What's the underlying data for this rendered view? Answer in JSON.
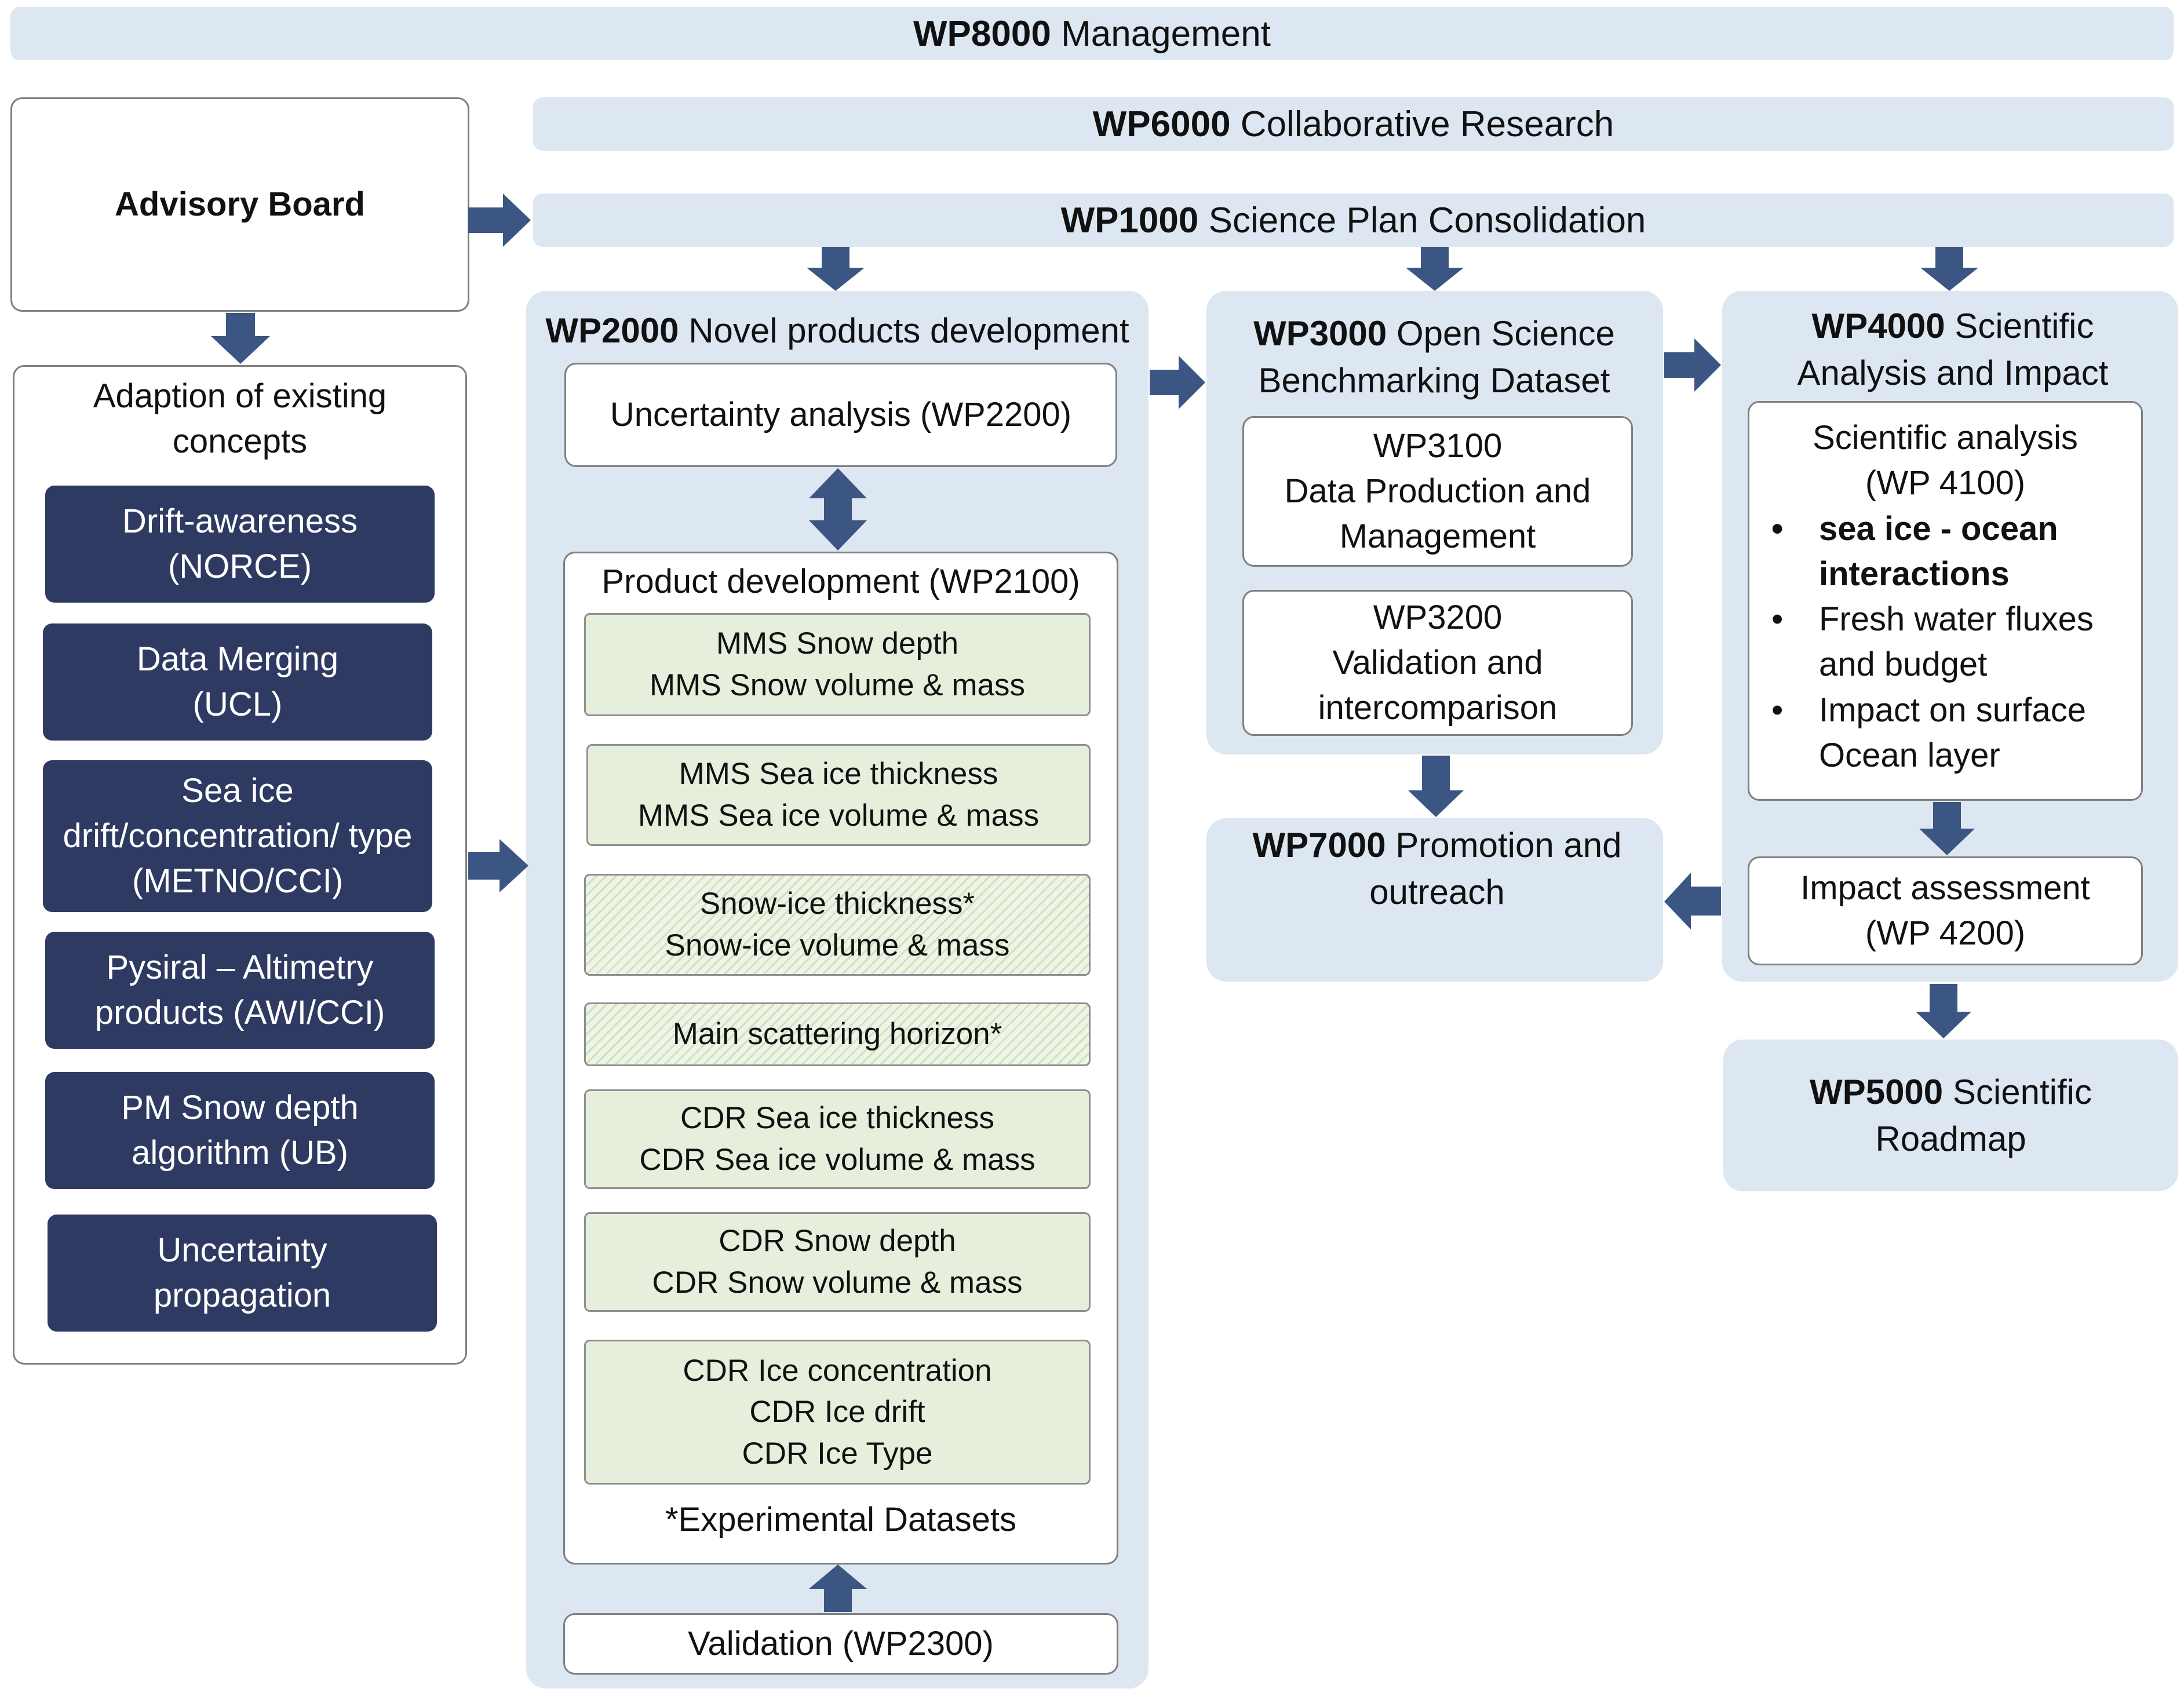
{
  "wp8000": {
    "code": "WP8000",
    "label": "Management"
  },
  "wp6000": {
    "code": "WP6000",
    "label": "Collaborative Research"
  },
  "wp1000": {
    "code": "WP1000",
    "label": "Science Plan Consolidation"
  },
  "advisory_board": "Advisory Board",
  "adaption": {
    "title": "Adaption of existing concepts",
    "items": [
      "Drift-awareness (NORCE)",
      "Data Merging (UCL)",
      "Sea ice drift/concentration/ type (METNO/CCI)",
      "Pysiral – Altimetry products (AWI/CCI)",
      "PM Snow depth algorithm (UB)",
      "Uncertainty propagation"
    ]
  },
  "wp2000": {
    "code": "WP2000",
    "label": "Novel products development",
    "uncertainty": "Uncertainty analysis (WP2200)",
    "product_dev_title": "Product development (WP2100)",
    "products": [
      [
        "MMS Snow depth",
        "MMS Snow volume &  mass"
      ],
      [
        "MMS Sea ice thickness",
        "MMS Sea ice volume & mass"
      ],
      [
        "Snow-ice thickness*",
        "Snow-ice volume & mass"
      ],
      [
        "Main scattering horizon*"
      ],
      [
        "CDR Sea ice thickness",
        "CDR Sea ice volume & mass"
      ],
      [
        "CDR Snow depth",
        "CDR Snow volume & mass"
      ],
      [
        "CDR Ice concentration",
        "CDR Ice drift",
        "CDR Ice Type"
      ]
    ],
    "experimental_note": "*Experimental Datasets",
    "validation": "Validation (WP2300)"
  },
  "wp3000": {
    "code": "WP3000",
    "label": "Open Science Benchmarking Dataset",
    "wp3100": {
      "code": "WP3100",
      "label": "Data Production and Management"
    },
    "wp3200": {
      "code": "WP3200",
      "label": "Validation and intercomparison"
    }
  },
  "wp4000": {
    "code": "WP4000",
    "label": "Scientific Analysis and Impact",
    "analysis_title": "Scientific analysis (WP 4100)",
    "analysis_items": [
      "sea ice - ocean interactions",
      "Fresh water fluxes and budget",
      "Impact on surface Ocean layer"
    ],
    "impact": "Impact assessment (WP 4200)"
  },
  "wp5000": {
    "code": "WP5000",
    "label": "Scientific Roadmap"
  },
  "wp7000": {
    "code": "WP7000",
    "label": "Promotion and outreach"
  },
  "colors": {
    "band": "#dde7f2",
    "navy": "#2e3a61",
    "green": "#e6efdc",
    "arrow": "#3b5682"
  }
}
